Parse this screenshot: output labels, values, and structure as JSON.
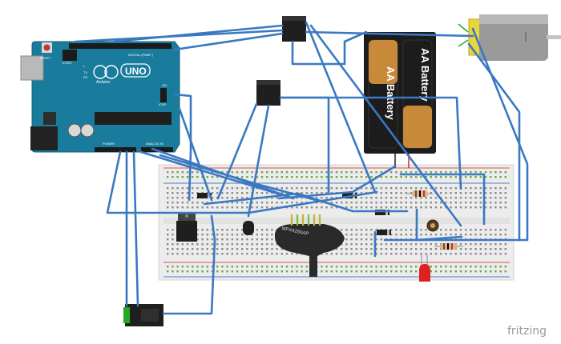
{
  "arduino": {
    "name": "UNO",
    "brand": "Arduino",
    "reset_label": "RESET",
    "digital_label": "DIGITAL (PWM~)",
    "power_label": "POWER",
    "analog_label": "ANALOG IN",
    "icsp_label": "ICSP2",
    "icsp1_label": "ICSP",
    "tx_label": "TX",
    "rx_label": "RX",
    "l_label": "L",
    "on_label": "ON",
    "board_color": "#1a7c9c"
  },
  "battery": {
    "cell1_label": "AA Battery",
    "cell2_label": "AA Battery"
  },
  "sensor": {
    "label": "MPX4250AP"
  },
  "watermark": "fritzing",
  "colors": {
    "wire": "#3a78c2",
    "breadboard": "#eeeeee",
    "rail_red": "#d9534f",
    "rail_blue": "#4a7fc1",
    "led": "#e02020",
    "motor_tab": "#e8d63a",
    "battery_copper": "#c8893a"
  },
  "icons": [
    "relay-icon",
    "motor-icon",
    "battery-icon",
    "transistor-icon",
    "regulator-icon",
    "potentiometer-icon",
    "led-icon",
    "resistor-icon",
    "pressure-sensor-icon",
    "dc-jack-icon"
  ]
}
